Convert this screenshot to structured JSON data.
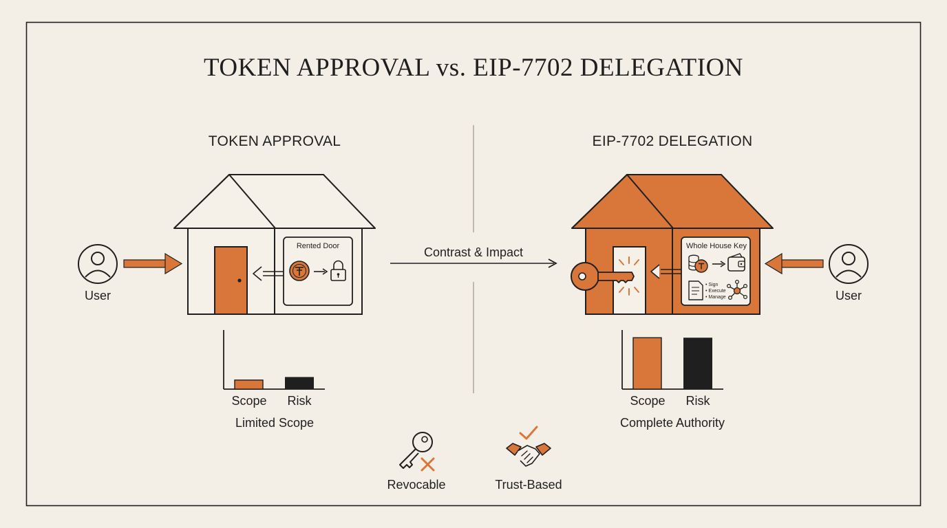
{
  "title": "TOKEN APPROVAL vs. EIP-7702 DELEGATION",
  "left": {
    "heading": "TOKEN APPROVAL",
    "user_label": "User",
    "door_panel_label": "Rented Door",
    "bar_labels": [
      "Scope",
      "Risk"
    ],
    "bar_levels": [
      0.15,
      0.2
    ],
    "caption": "Limited Scope"
  },
  "right": {
    "heading": "EIP-7702 DELEGATION",
    "user_label": "User",
    "panel_label": "Whole House Key",
    "actions": [
      "• Sign",
      "• Execute",
      "• Manage"
    ],
    "bar_labels": [
      "Scope",
      "Risk"
    ],
    "bar_levels": [
      0.85,
      0.85
    ],
    "caption": "Complete Authority"
  },
  "center": {
    "contrast_label": "Contrast & Impact"
  },
  "footer": {
    "items": [
      {
        "label": "Revocable",
        "icon": "key-x-icon"
      },
      {
        "label": "Trust-Based",
        "icon": "handshake-check-icon"
      }
    ]
  },
  "colors": {
    "accent": "#d9773a",
    "dark": "#1f1f1f",
    "background": "#f3efe6",
    "panel": "#f5f1e8"
  }
}
